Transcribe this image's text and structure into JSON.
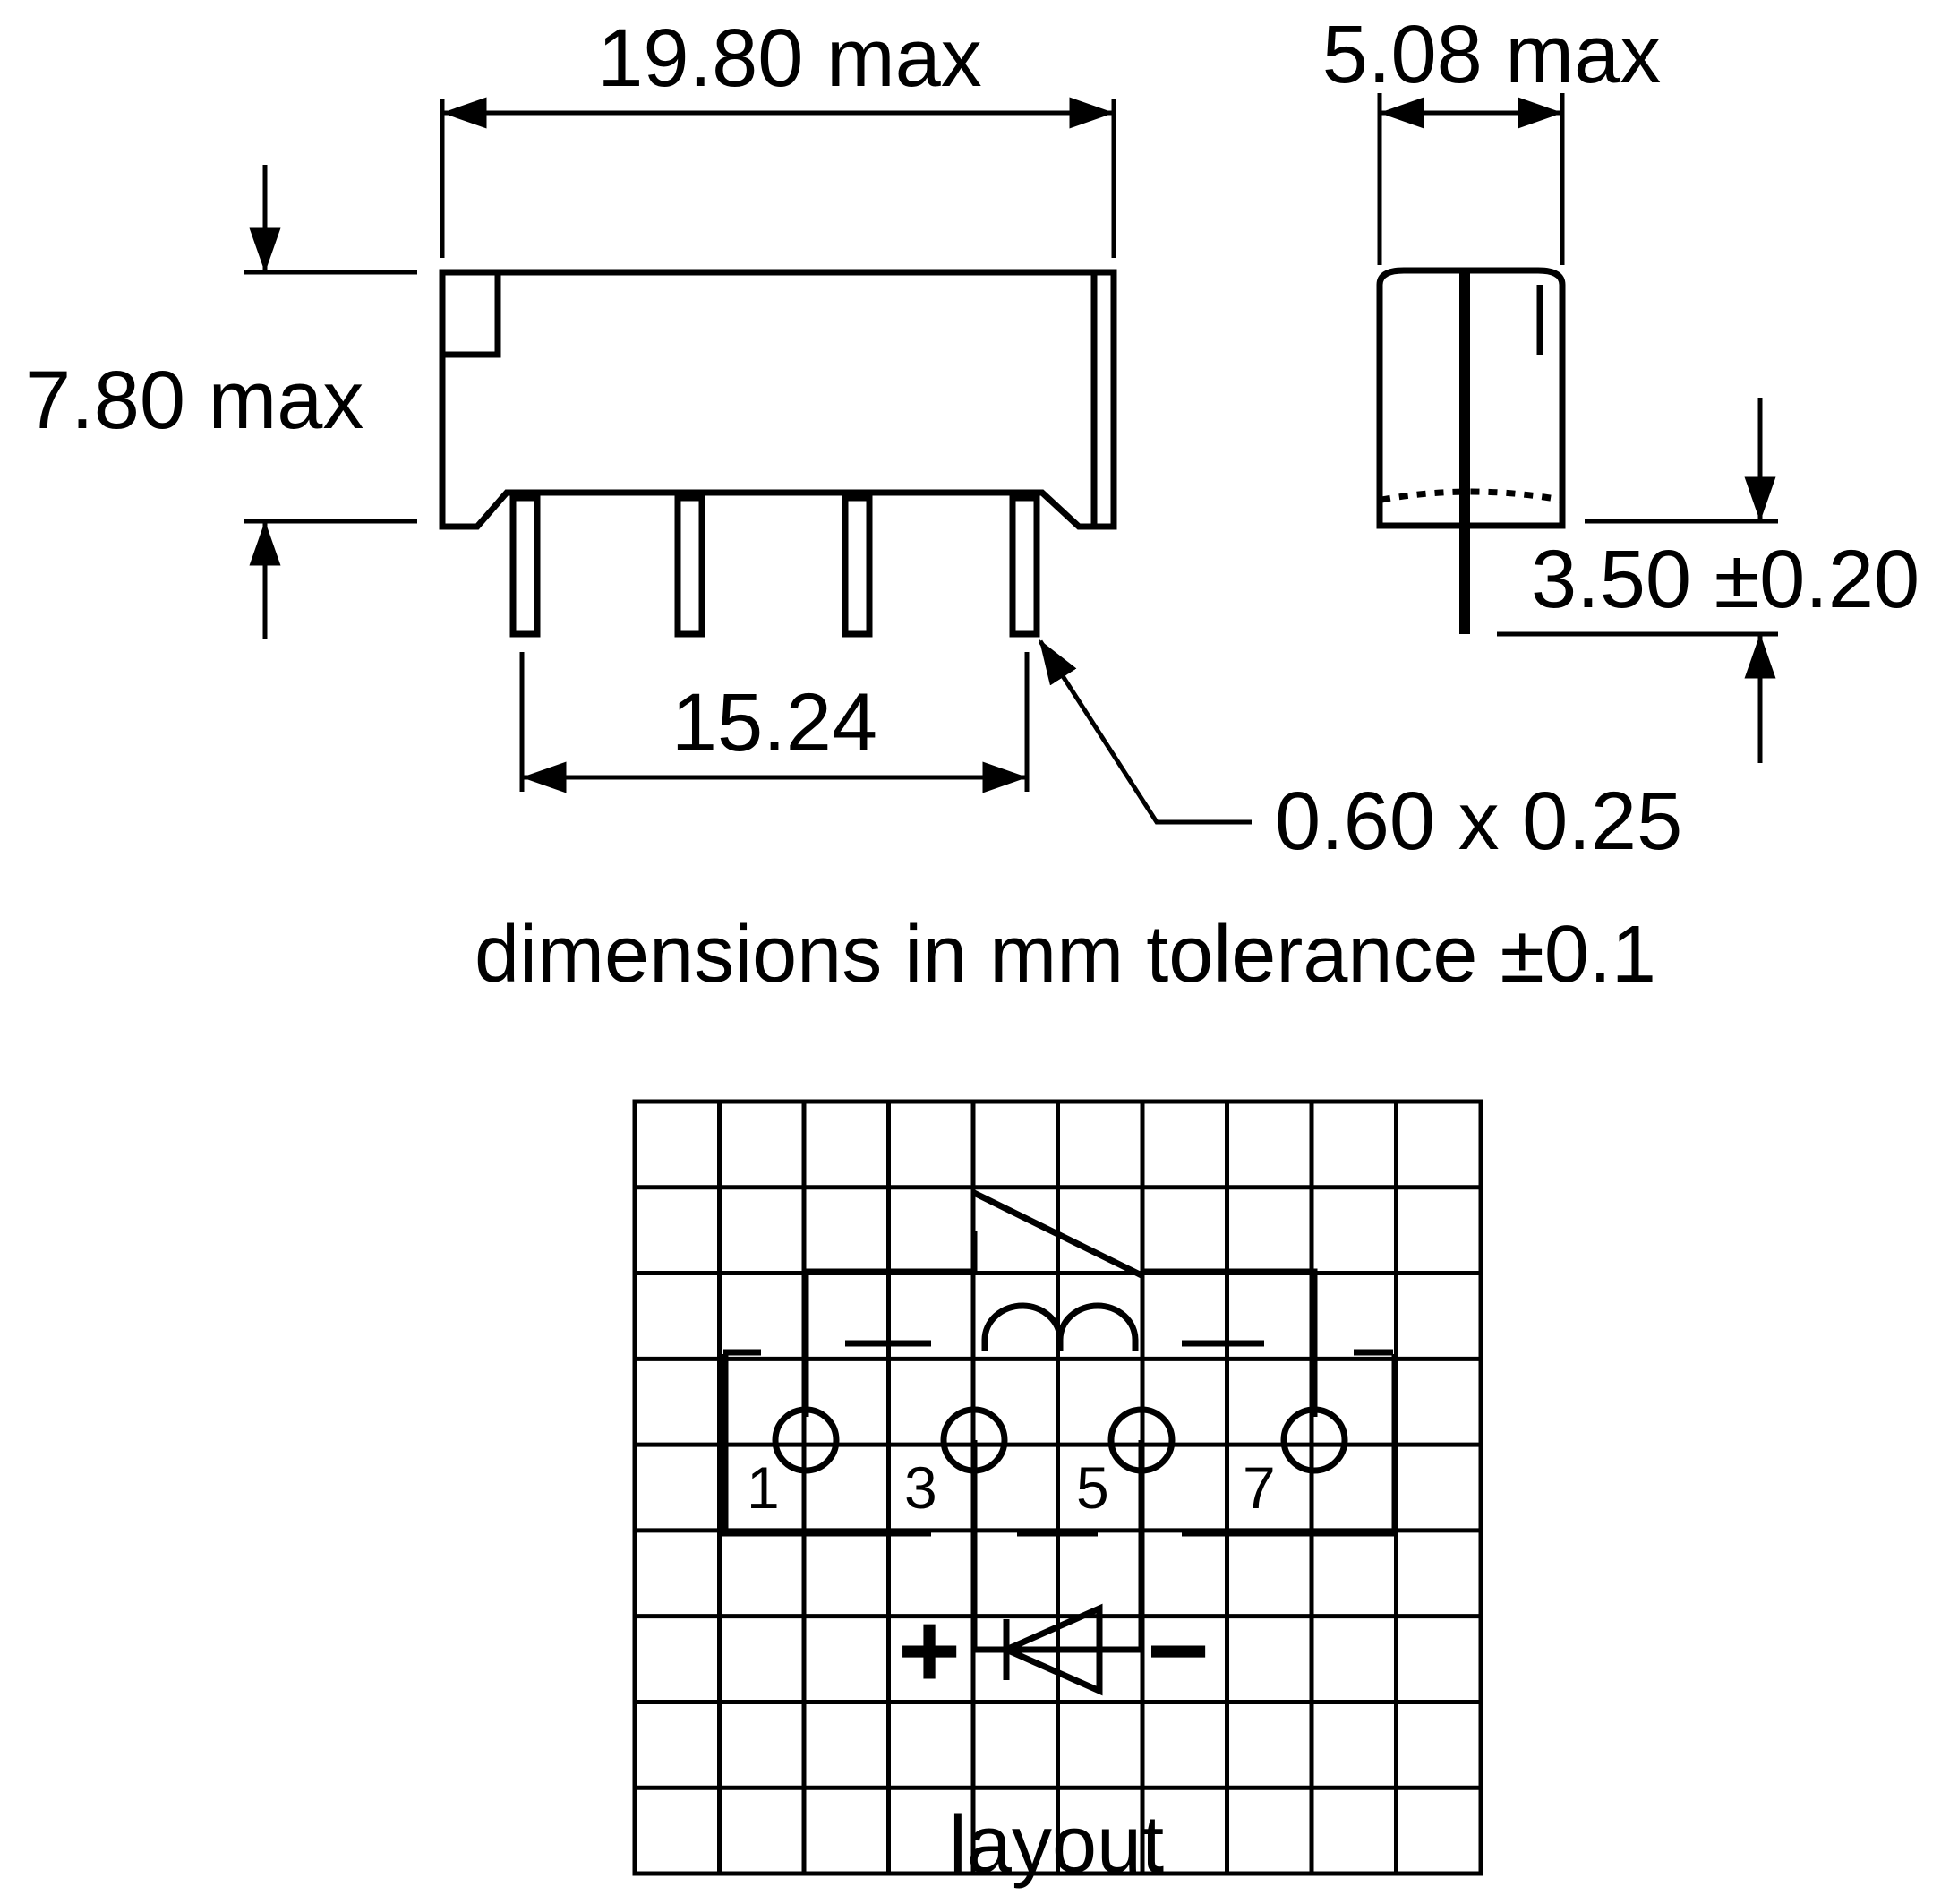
{
  "dimensions": {
    "length": "19.80 max",
    "width": "5.08 max",
    "height": "7.80 max",
    "pin_length": "3.50 ±0.20",
    "pin_pitch": "15.24",
    "pin_section": "0.60 x 0.25"
  },
  "note": "dimensions in mm tolerance ±0.1",
  "layout": {
    "caption": "layout",
    "pins": [
      "1",
      "3",
      "5",
      "7"
    ],
    "polarity_plus": "+",
    "polarity_minus": "−"
  }
}
